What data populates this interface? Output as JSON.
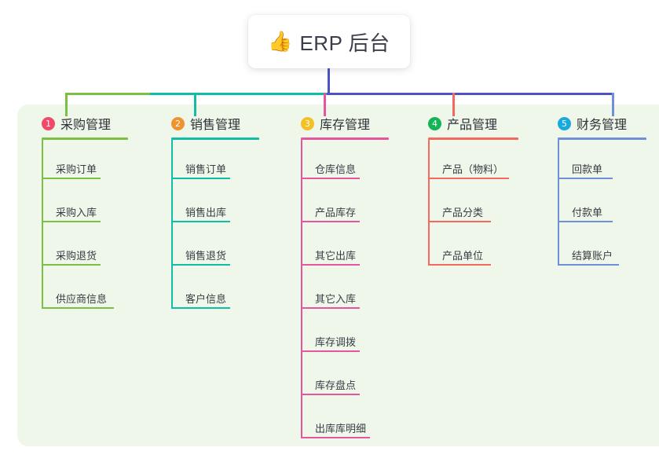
{
  "title": {
    "icon": "thumbs-up-icon",
    "emoji": "👍",
    "text": "ERP 后台"
  },
  "colors": {
    "panel_bg": "#eef7ea",
    "card_bg": "#ffffff",
    "stem": "#4a54c4",
    "bus_left": "#7ac143",
    "bus_mid": "#11bda5",
    "bus_right": "#4a54c4",
    "col1": "#7ac143",
    "col2": "#11bda5",
    "col3": "#e8559f",
    "col4": "#f4685e",
    "col5": "#6f8fd8",
    "badge1": "#f2496b",
    "badge2": "#f0922f",
    "badge3": "#f5c024",
    "badge4": "#12b456",
    "badge5": "#17a9e0",
    "text": "#3a3c45"
  },
  "columns": [
    {
      "number": "1",
      "title": "采购管理",
      "badge_color": "#f2496b",
      "line_color": "#7ac143",
      "items": [
        {
          "label": "采购订单"
        },
        {
          "label": "采购入库"
        },
        {
          "label": "采购退货"
        },
        {
          "label": "供应商信息"
        }
      ]
    },
    {
      "number": "2",
      "title": "销售管理",
      "badge_color": "#f0922f",
      "line_color": "#11bda5",
      "items": [
        {
          "label": "销售订单"
        },
        {
          "label": "销售出库"
        },
        {
          "label": "销售退货"
        },
        {
          "label": "客户信息"
        }
      ]
    },
    {
      "number": "3",
      "title": "库存管理",
      "badge_color": "#f5c024",
      "line_color": "#e8559f",
      "items": [
        {
          "label": "仓库信息"
        },
        {
          "label": "产品库存"
        },
        {
          "label": "其它出库"
        },
        {
          "label": "其它入库"
        },
        {
          "label": "库存调拨"
        },
        {
          "label": "库存盘点"
        },
        {
          "label": "出库库明细"
        }
      ]
    },
    {
      "number": "4",
      "title": "产品管理",
      "badge_color": "#12b456",
      "line_color": "#f4685e",
      "items": [
        {
          "label": "产品（物料）"
        },
        {
          "label": "产品分类"
        },
        {
          "label": "产品单位"
        }
      ]
    },
    {
      "number": "5",
      "title": "财务管理",
      "badge_color": "#17a9e0",
      "line_color": "#6f8fd8",
      "items": [
        {
          "label": "回款单"
        },
        {
          "label": "付款单"
        },
        {
          "label": "结算账户"
        }
      ]
    }
  ]
}
